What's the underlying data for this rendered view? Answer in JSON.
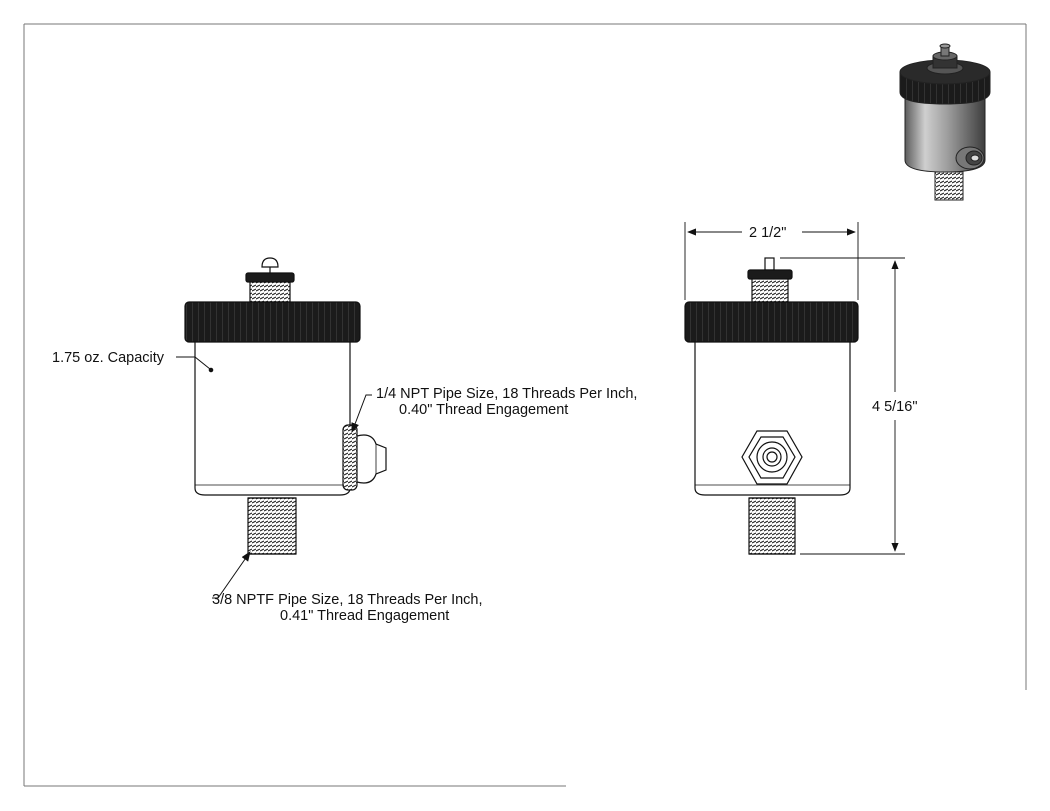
{
  "annotations": {
    "capacity": "1.75 oz. Capacity",
    "side_port": {
      "line1": "1/4 NPT Pipe Size, 18 Threads Per Inch,",
      "line2": "0.40\" Thread Engagement"
    },
    "bottom_port": {
      "line1": "3/8 NPTF Pipe Size, 18 Threads Per Inch,",
      "line2": "0.41\" Thread Engagement"
    }
  },
  "dimensions": {
    "width": "2 1/2\"",
    "height": "4 5/16\""
  },
  "colors": {
    "line": "#111111",
    "cap": "#1a1a1a",
    "body_shade": "#9a9a9a",
    "border": "#777777"
  }
}
